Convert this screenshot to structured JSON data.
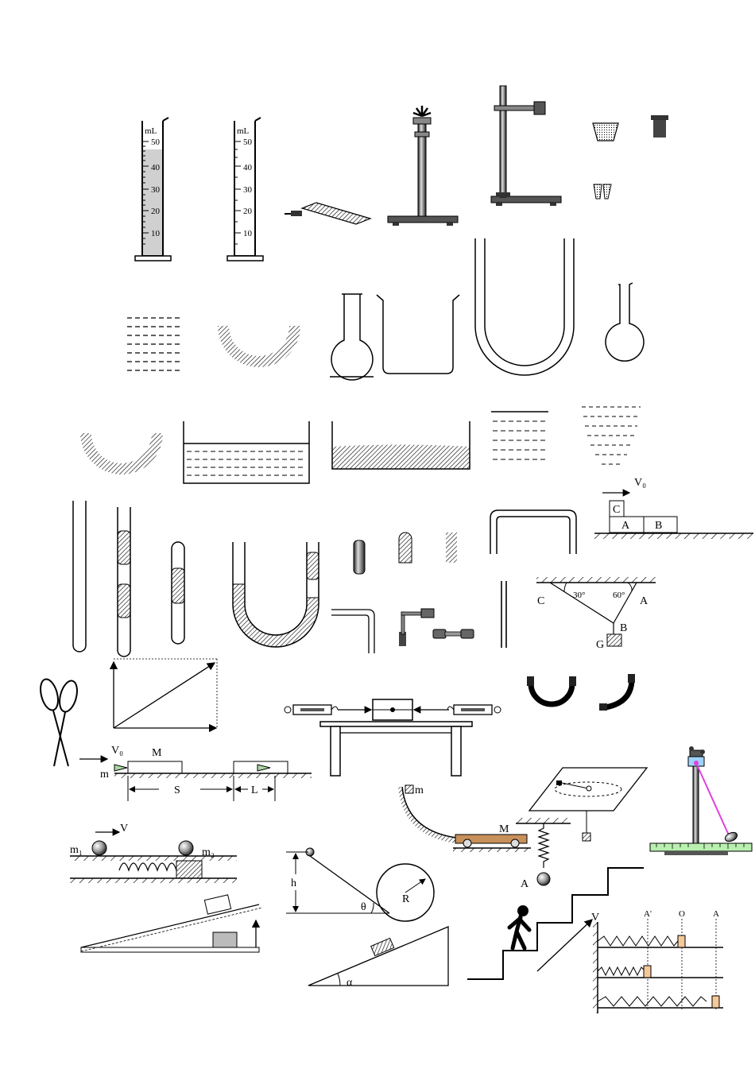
{
  "cylinder1": {
    "unit": "mL",
    "ticks": [
      "50",
      "40",
      "30",
      "20",
      "10"
    ]
  },
  "cylinder2": {
    "unit": "mL",
    "ticks": [
      "50",
      "40",
      "30",
      "20",
      "10"
    ]
  },
  "blocks_abc": {
    "velocity": "V₀",
    "c": "C",
    "a": "A",
    "b": "B"
  },
  "triangle_hang": {
    "c": "C",
    "a": "A",
    "b": "B",
    "g": "G",
    "angle_c": "30°",
    "angle_a": "60°"
  },
  "slide_board": {
    "velocity": "V₀",
    "mass_big": "M",
    "mass_small": "m",
    "dist_s": "S",
    "dist_l": "L"
  },
  "curved_cart": {
    "mass_small": "m",
    "mass_big": "M",
    "point_a": "A"
  },
  "spring_balls": {
    "velocity": "V",
    "m1": "m₁",
    "m2": "m₂"
  },
  "circle_track": {
    "height": "h",
    "angle": "θ",
    "radius": "R"
  },
  "incline": {
    "angle": "α"
  },
  "oscillator": {
    "velocity": "V",
    "a_prime": "A'",
    "o": "O",
    "a": "A"
  },
  "colors": {
    "laser": "#e040e0",
    "ruler": "#b9f0b0",
    "wood": "#c8905a",
    "block": "#f5c89a"
  }
}
